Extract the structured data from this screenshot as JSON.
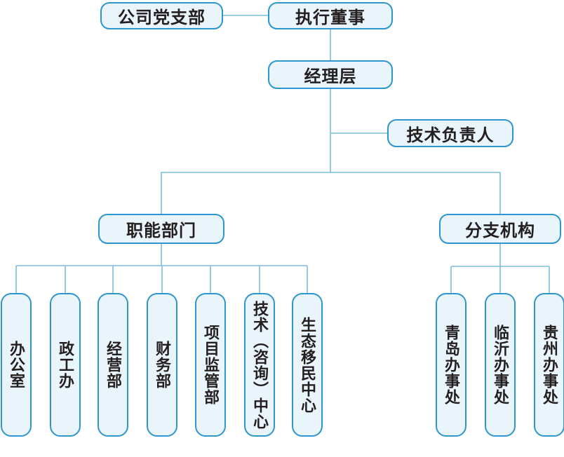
{
  "diagram": {
    "type": "org-chart"
  },
  "nodes": {
    "party_branch": "公司党支部",
    "executive_director": "执行董事",
    "management": "经理层",
    "technical_director": "技术负责人",
    "functional_departments": "职能部门",
    "branch_offices": "分支机构",
    "departments": [
      "办公室",
      "政工办",
      "经营部",
      "财务部",
      "项目监管部",
      "技术（咨询）中心",
      "生态移民中心"
    ],
    "branches": [
      "青岛办事处",
      "临沂办事处",
      "贵州办事处"
    ]
  },
  "edges": [
    [
      "party_branch",
      "executive_director"
    ],
    [
      "executive_director",
      "management"
    ],
    [
      "management",
      "technical_director"
    ],
    [
      "management",
      "functional_departments"
    ],
    [
      "management",
      "branch_offices"
    ],
    [
      "functional_departments",
      "departments"
    ],
    [
      "branch_offices",
      "branches"
    ]
  ],
  "colors": {
    "page_bg": "#ffffff",
    "box_fill": "#eaf4fb",
    "box_border": "#2e96ce",
    "connector": "#7dbcde",
    "text": "#231f20"
  }
}
